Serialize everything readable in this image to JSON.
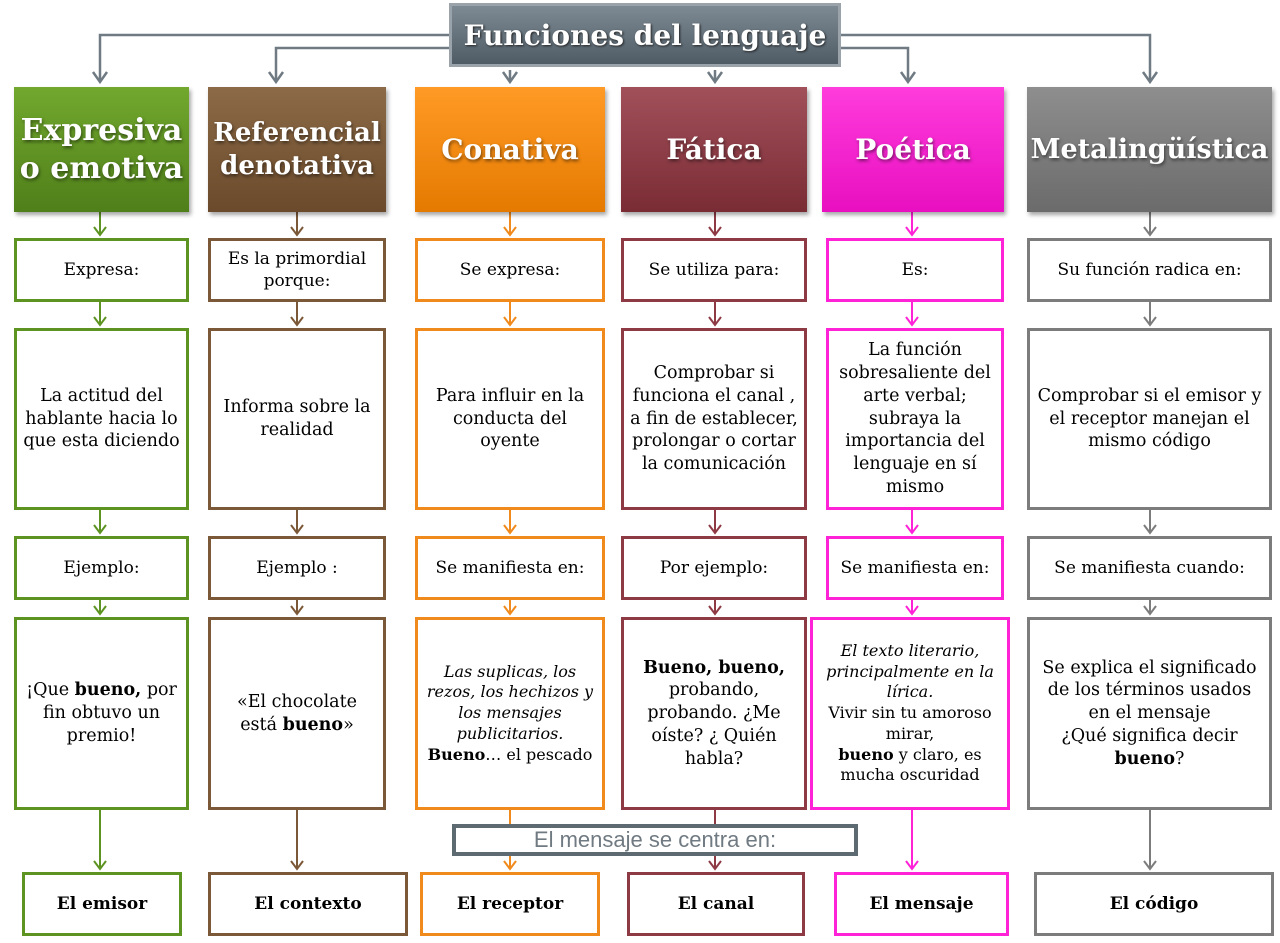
{
  "title": "Funciones del lenguaje",
  "centra": "El mensaje se centra en:",
  "columns": [
    {
      "key": "expresiva",
      "color": "#5d9321",
      "head1": "Expresiva",
      "head2": "o emotiva",
      "r1": "Expresa:",
      "r2": "La actitud del hablante hacia lo que esta diciendo",
      "r3": "Ejemplo:",
      "r4a": "¡Que ",
      "r4b": "bueno,",
      "r4c": " por fin obtuvo un premio!",
      "end": "El emisor"
    },
    {
      "key": "referencial",
      "color": "#7b5837",
      "head1": "Referencial",
      "head2": "denotativa",
      "r1": "Es la primordial porque:",
      "r2": "Informa sobre la realidad",
      "r3": "Ejemplo :",
      "r4a": "«El chocolate está ",
      "r4b": "bueno",
      "r4c": "»",
      "end": "El contexto"
    },
    {
      "key": "conativa",
      "color": "#f08a1c",
      "head1": "Conativa",
      "head2": "",
      "r1": "Se expresa:",
      "r2": "Para influir en la conducta del oyente",
      "r3": "Se manifiesta en:",
      "r4a": "Las suplicas, los rezos, los hechizos y los mensajes publicitarios.",
      "r4b": "Bueno",
      "r4c": "… el pescado",
      "end": "El receptor"
    },
    {
      "key": "fatica",
      "color": "#8e3a44",
      "head1": "Fática",
      "head2": "",
      "r1": "Se utiliza para:",
      "r2": "Comprobar si funciona el canal , a fin de establecer, prolongar o cortar la comunicación",
      "r3": "Por ejemplo:",
      "r4a": "Bueno, bueno,",
      "r4b": "probando, probando. ¿Me oíste? ¿ Quién habla?",
      "r4c": "",
      "end": "El canal"
    },
    {
      "key": "poetica",
      "color": "#ff22d6",
      "head1": "Poética",
      "head2": "",
      "r1": "Es:",
      "r2": "La función sobresaliente del arte verbal; subraya la importancia del lenguaje en sí mismo",
      "r3": "Se manifiesta en:",
      "r4a": "El texto literario, principalmente en la lírica.",
      "r4b": "Vivir sin tu amoroso mirar,",
      "r4c": "bueno",
      "r4d": " y claro, es mucha oscuridad",
      "end": "El mensaje"
    },
    {
      "key": "metalinguistica",
      "color": "#7c7c7c",
      "head1": "Metalingüística",
      "head2": "",
      "r1": "Su función radica en:",
      "r2": "Comprobar si el emisor y el receptor manejan el mismo código",
      "r3": "Se manifiesta cuando:",
      "r4a": "Se explica el significado de los términos usados en el mensaje",
      "r4b": "¿Qué significa decir ",
      "r4c": "bueno",
      "r4d": "?",
      "end": "El código"
    }
  ]
}
